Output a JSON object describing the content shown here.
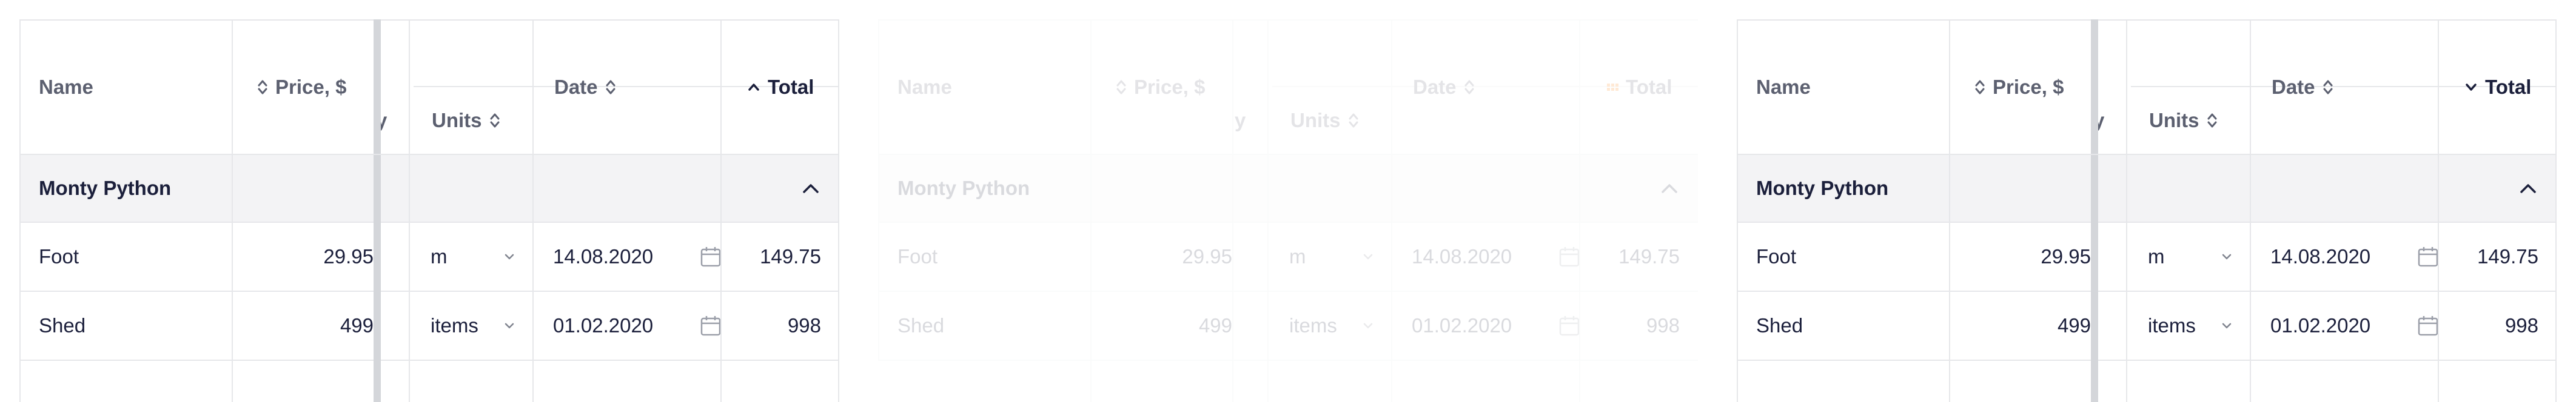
{
  "columns": {
    "name": "Name",
    "price": "Price, $",
    "qty_fragment": "y",
    "units": "Units",
    "date": "Date",
    "total": "Total"
  },
  "group": {
    "title": "Monty Python"
  },
  "rows": [
    {
      "name": "Foot",
      "price": "29.95",
      "units": "m",
      "date": "14.08.2020",
      "total": "149.75"
    },
    {
      "name": "Shed",
      "price": "499",
      "units": "items",
      "date": "01.02.2020",
      "total": "998"
    }
  ],
  "panels": [
    {
      "state": "sorted-ascending",
      "total_sort_icon": "chevron-up-icon"
    },
    {
      "state": "loading",
      "total_sort_icon": "loader-icon",
      "accent_color": "#ff7a00"
    },
    {
      "state": "sorted-descending",
      "total_sort_icon": "chevron-down-icon"
    }
  ],
  "colors": {
    "border": "#e6e7ea",
    "header_text": "#5c6070",
    "text": "#1b1f3b",
    "group_bg": "#f3f3f5"
  }
}
